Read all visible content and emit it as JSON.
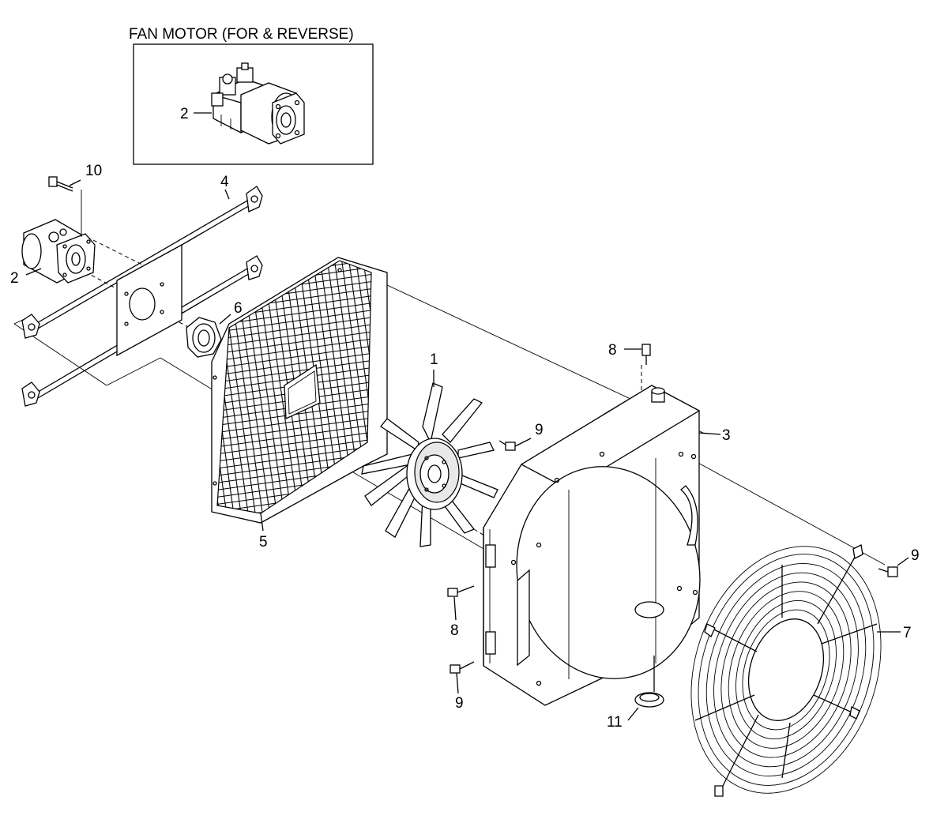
{
  "inset": {
    "title": "FAN MOTOR (FOR & REVERSE)",
    "callout": "2"
  },
  "callouts": {
    "c1": "1",
    "c2": "2",
    "c3": "3",
    "c4": "4",
    "c5": "5",
    "c6": "6",
    "c7": "7",
    "c8_top": "8",
    "c8_bottom": "8",
    "c9_fan": "9",
    "c9_right": "9",
    "c9_bottom": "9",
    "c10": "10",
    "c11": "11"
  }
}
